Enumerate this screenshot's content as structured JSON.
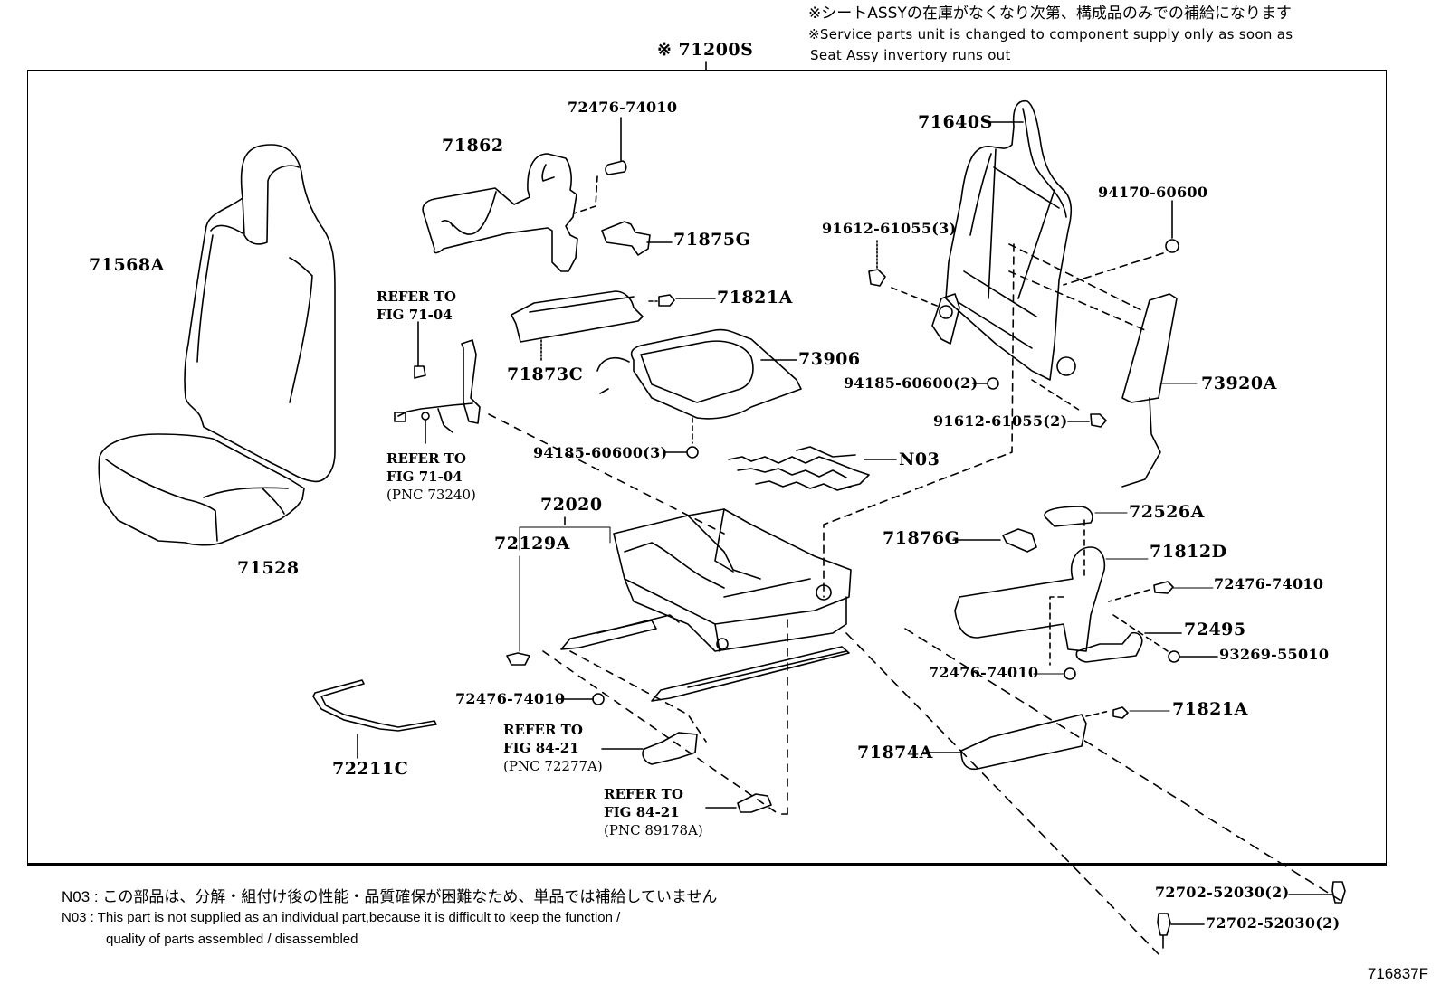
{
  "header": {
    "assembly_label": "※ 71200S",
    "note_jp": "※シートASSYの在庫がなくなり次第、構成品のみでの補給になります",
    "note_en_line1": "※Service parts unit is changed to component supply only as soon as",
    "note_en_line2": "Seat Assy invertory runs out"
  },
  "parts": {
    "p71568A": "71568A",
    "p71528": "71528",
    "p71862": "71862",
    "p72476_top": "72476-74010",
    "p71875G": "71875G",
    "p71821A_top": "71821A",
    "p71873C": "71873C",
    "p73906": "73906",
    "p94185_3": "94185-60600(3)",
    "pN03": "N03",
    "p72020": "72020",
    "p72129A": "72129A",
    "p72211C": "72211C",
    "p72476_mid": "72476-74010",
    "p71640S": "71640S",
    "p94170": "94170-60600",
    "p91612_3": "91612-61055(3)",
    "p94185_2": "94185-60600(2)",
    "p91612_2": "91612-61055(2)",
    "p73920A": "73920A",
    "p72526A": "72526A",
    "p71876G": "71876G",
    "p71812D": "71812D",
    "p72476_right": "72476-74010",
    "p72495": "72495",
    "p93269": "93269-55010",
    "p72476_lower": "72476-74010",
    "p71821A_bottom": "71821A",
    "p71874A": "71874A",
    "p72702_a": "72702-52030(2)",
    "p72702_b": "72702-52030(2)"
  },
  "references": {
    "ref1": {
      "line1": "REFER TO",
      "line2": "FIG 71-04"
    },
    "ref2": {
      "line1": "REFER TO",
      "line2": "FIG 71-04",
      "line3": "(PNC 73240)"
    },
    "ref3": {
      "line1": "REFER TO",
      "line2": "FIG 84-21",
      "line3": "(PNC 72277A)"
    },
    "ref4": {
      "line1": "REFER TO",
      "line2": "FIG 84-21",
      "line3": "(PNC 89178A)"
    }
  },
  "footnotes": {
    "jp": "N03 : この部品は、分解・組付け後の性能・品質確保が困難なため、単品では補給していません",
    "en_line1": "N03 : This part is not supplied as an individual part,because it is difficult to keep the function /",
    "en_line2": "quality of parts assembled / disassembled"
  },
  "figure_code": "716837F"
}
